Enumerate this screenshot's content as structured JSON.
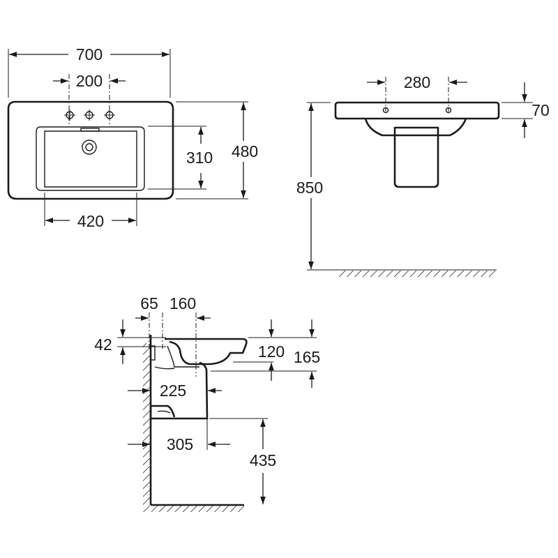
{
  "dimensions": {
    "top_view": {
      "overall_width": "700",
      "tap_hole_spacing": "200",
      "bowl_width": "420",
      "bowl_depth": "310",
      "overall_depth": "480"
    },
    "front_view": {
      "tap_hole_spacing": "280",
      "rim_height": "70",
      "installation_height": "850"
    },
    "side_view": {
      "wall_offset": "65",
      "tap_offset": "160",
      "rim_to_overflow": "42",
      "bowl_depth": "120",
      "overall_height": "165",
      "pedestal_depth": "225",
      "pedestal_projection": "305",
      "floor_clearance": "435"
    }
  }
}
